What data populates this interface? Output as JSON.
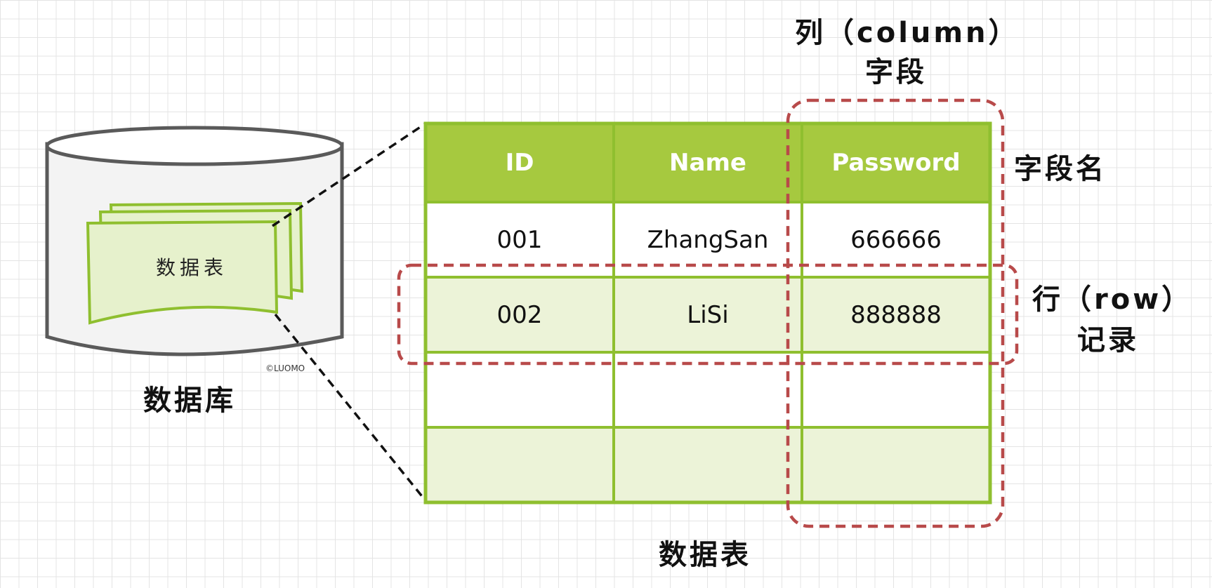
{
  "database": {
    "label": "数据库",
    "watermark": "©LUOMO",
    "stack_label": "数据表"
  },
  "table": {
    "caption": "数据表",
    "headers": [
      "ID",
      "Name",
      "Password"
    ],
    "rows": [
      [
        "001",
        "ZhangSan",
        "666666"
      ],
      [
        "002",
        "LiSi",
        "888888"
      ],
      [
        "",
        "",
        ""
      ],
      [
        "",
        "",
        ""
      ]
    ]
  },
  "annotations": {
    "column_line1": "列（column）",
    "column_line2": "字段",
    "field_name": "字段名",
    "row_line1": "行（row）",
    "row_line2": "记录"
  },
  "colors": {
    "header_green": "#a6c93f",
    "light_green": "#ecf3d8",
    "border_green": "#8fbf2f",
    "dashed_red": "#b84a4a",
    "cylinder_stroke": "#5a5a5a"
  }
}
